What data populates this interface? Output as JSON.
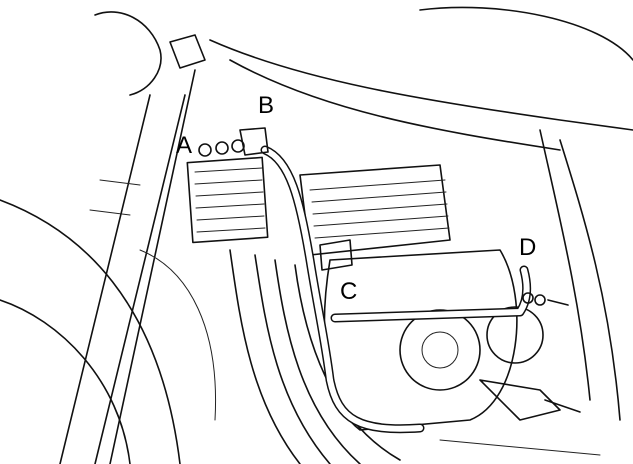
{
  "labels": {
    "a": "A",
    "b": "B",
    "c": "C",
    "d": "D"
  },
  "colors": {
    "line": "#111111",
    "background": "#ffffff"
  }
}
